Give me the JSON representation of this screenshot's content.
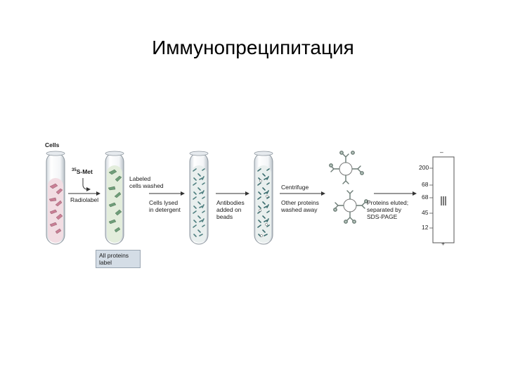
{
  "title": "Иммунопреципитация",
  "figure": {
    "cells_label": "Cells",
    "met_label_sup": "35",
    "met_label": "S-Met",
    "radiolabel": "Radiolabel",
    "all_proteins_label": "All proteins\nlabel",
    "labeled_washed": "Labeled\ncells washed",
    "lysed": "Cells lysed\nin detergent",
    "antibodies": "Antibodies\nadded on\nbeads",
    "centrifuge": "Centrifuge",
    "other_proteins": "Other proteins\nwashed away",
    "eluted": "Proteins eluted;\nseparated by\nSDS-PAGE",
    "gel_minus": "–",
    "gel_plus": "+",
    "markers": [
      "200",
      "68",
      "68",
      "45",
      "12"
    ]
  },
  "colors": {
    "cells_pink": "#c97f95",
    "cells_green": "#6f9d79",
    "lysate_teal": "#6e9ea0",
    "box_fill": "#d4dde6"
  }
}
